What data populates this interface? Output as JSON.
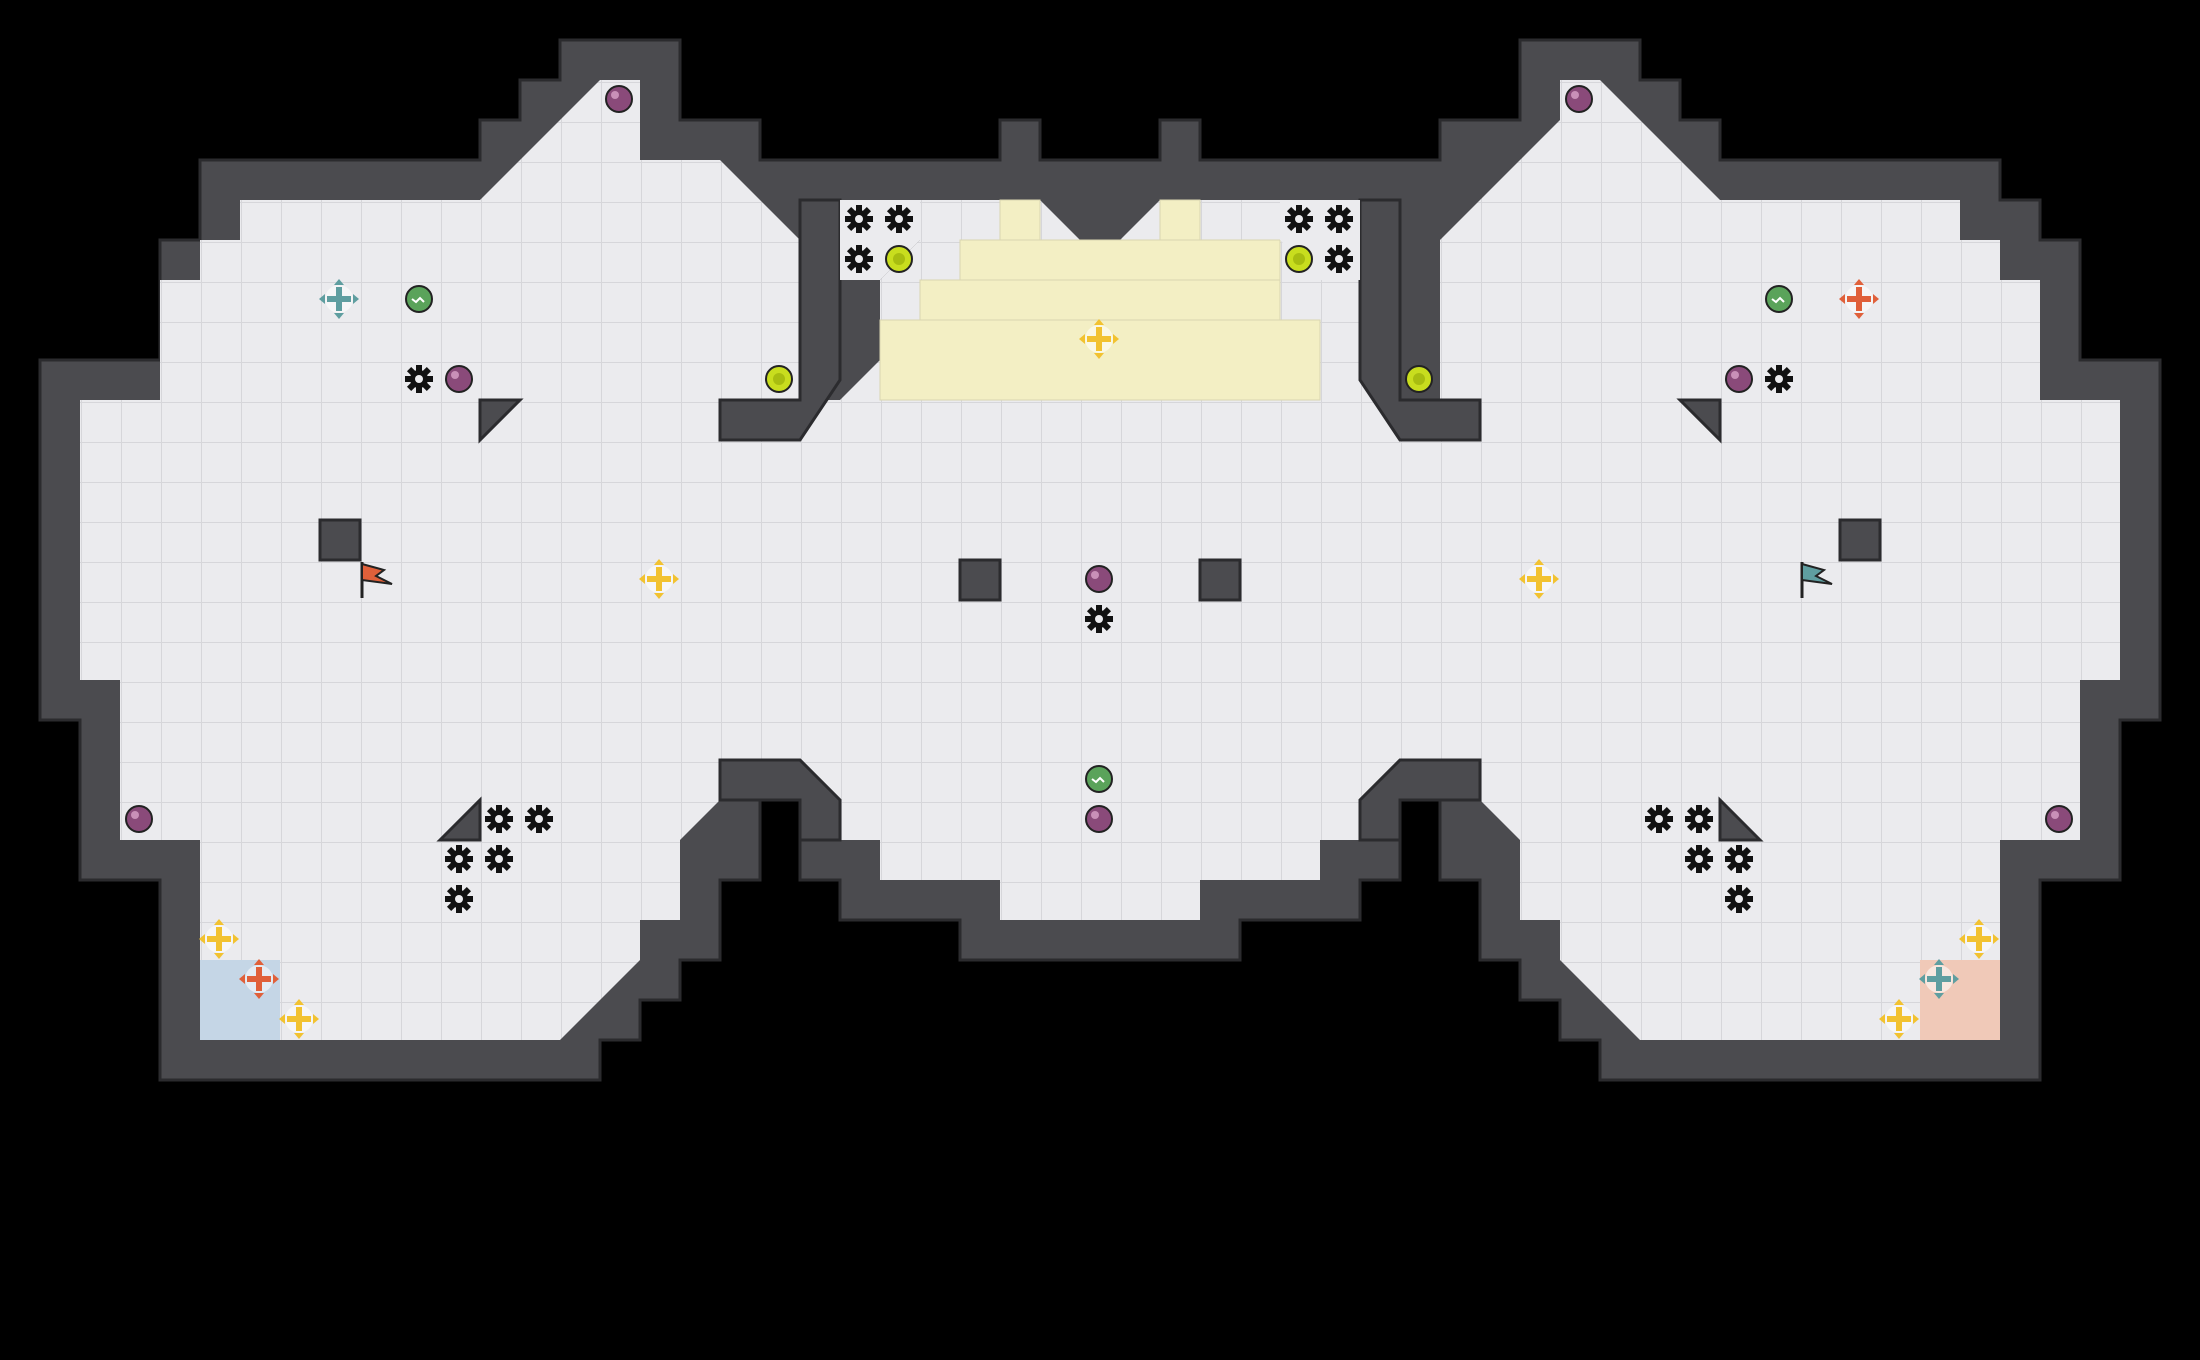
{
  "map": {
    "type": "capture-the-flag arena",
    "colors": {
      "background": "#000000",
      "wall": "#4b4b4f",
      "wall_edge": "#2e2e31",
      "floor": "#ebebee",
      "floor_line": "#d9d9dd",
      "neutral_zone": "#f3efc4",
      "red_endzone": "#f0c9b8",
      "blue_endzone": "#c5d6e6",
      "red_team": "#e0603a",
      "blue_team": "#5f9ea0",
      "neutral": "#f2c230",
      "bomb": "#8a4a7a",
      "powerup": "#5aa35a",
      "boost_button": "#c8dd1e",
      "spike": "#111111"
    },
    "flags": [
      {
        "team": "red",
        "icon": "red-flag-icon"
      },
      {
        "team": "blue",
        "icon": "blue-flag-icon"
      }
    ]
  }
}
